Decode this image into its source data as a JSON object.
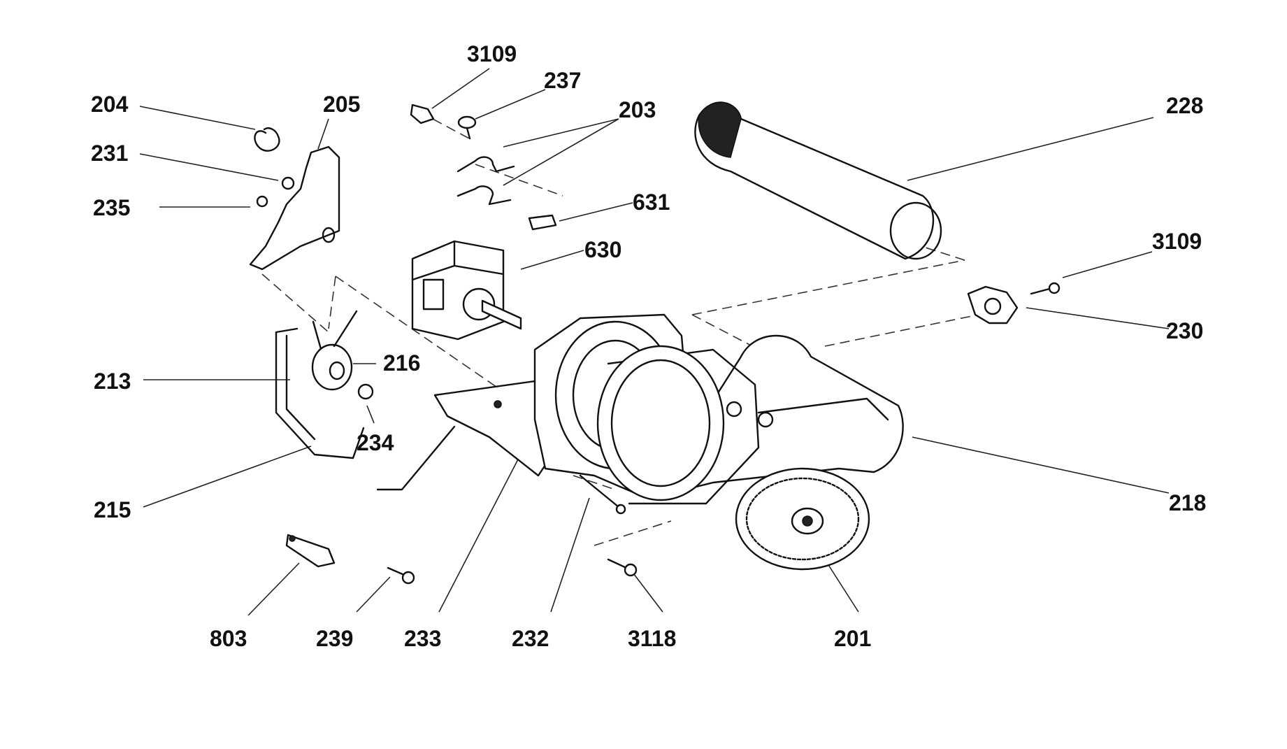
{
  "diagram": {
    "labels": {
      "p204": "204",
      "p205": "205",
      "p231": "231",
      "p235": "235",
      "p3109_top": "3109",
      "p237": "237",
      "p203": "203",
      "p631": "631",
      "p630": "630",
      "p228": "228",
      "p3109_right": "3109",
      "p230": "230",
      "p213": "213",
      "p216": "216",
      "p234": "234",
      "p215": "215",
      "p218": "218",
      "p803": "803",
      "p239": "239",
      "p233": "233",
      "p232": "232",
      "p3118": "3118",
      "p201": "201"
    }
  }
}
